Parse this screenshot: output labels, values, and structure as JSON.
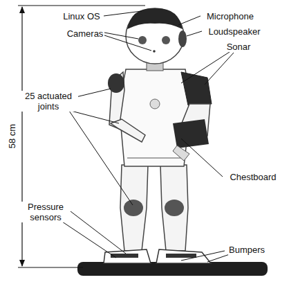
{
  "diagram": {
    "labels": [
      "Linux OS",
      "Microphone",
      "Cameras",
      "Loudspeaker",
      "Sonar",
      "25 actuated joints",
      "58 cm",
      "Chestboard",
      "Pressure sensors",
      "Bumpers"
    ]
  }
}
